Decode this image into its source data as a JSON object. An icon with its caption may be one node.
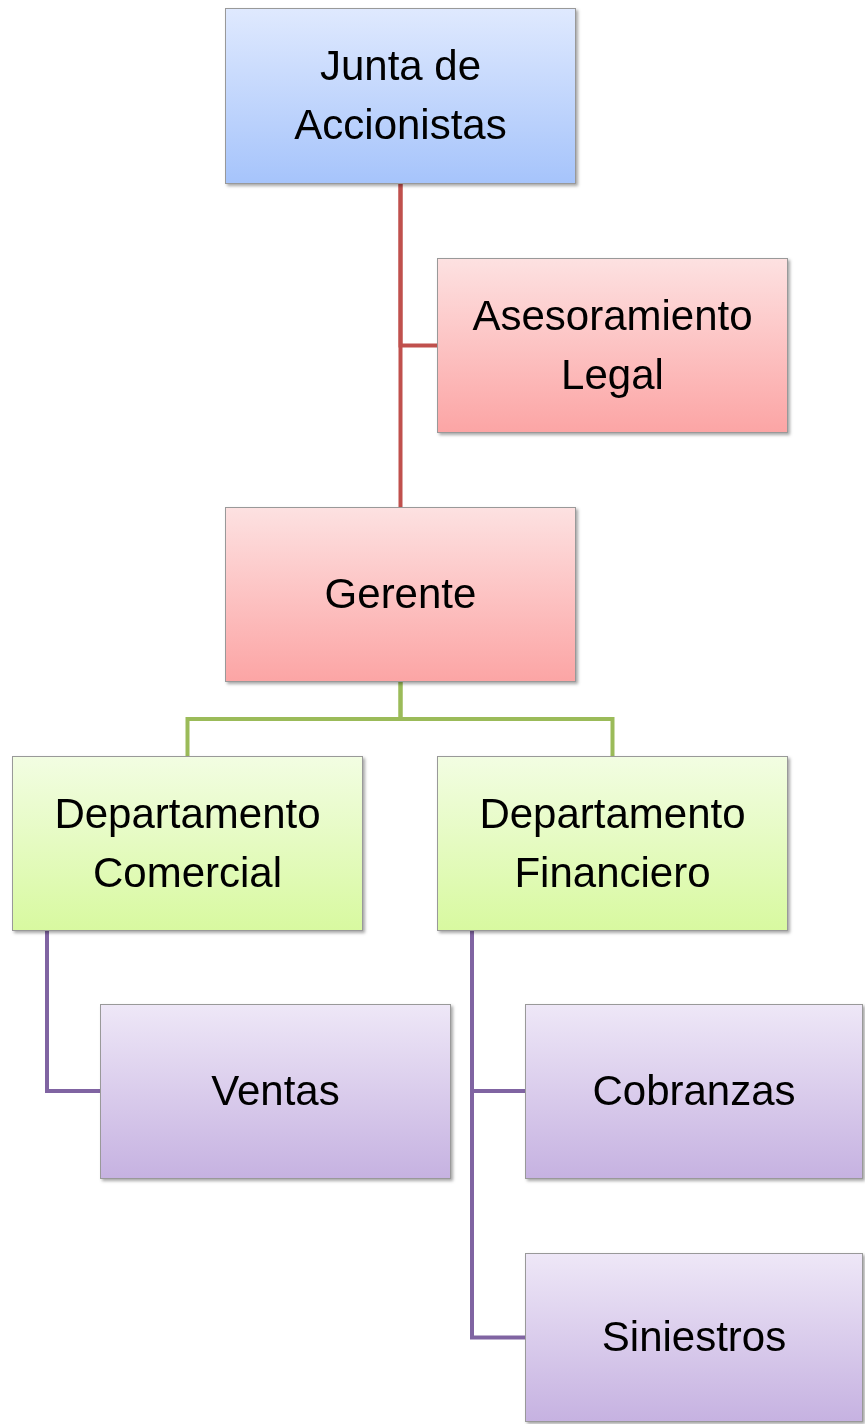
{
  "diagram": {
    "nodes": [
      {
        "text": [
          "Junta de Accionistas"
        ]
      },
      {
        "text": [
          "Asesoramiento Legal"
        ]
      },
      {
        "text": [
          "Gerente"
        ]
      },
      {
        "text": [
          "Departamento Comercial"
        ]
      },
      {
        "text": [
          "Departamento Financiero"
        ]
      },
      {
        "text": [
          "Ventas"
        ]
      },
      {
        "text": [
          "Cobranzas"
        ]
      },
      {
        "text": [
          "Siniestros"
        ]
      }
    ],
    "edges": [
      {
        "from": 0,
        "to": 1,
        "arrow": "none",
        "color": "#c0504d"
      },
      {
        "from": 0,
        "to": 2,
        "arrow": "none",
        "color": "#c0504d"
      },
      {
        "from": 2,
        "to": 3,
        "arrow": "none",
        "color": "#9bbb59"
      },
      {
        "from": 2,
        "to": 4,
        "arrow": "none",
        "color": "#9bbb59"
      },
      {
        "from": 3,
        "to": 5,
        "arrow": "none",
        "color": "#8064a2"
      },
      {
        "from": 4,
        "to": 6,
        "arrow": "none",
        "color": "#8064a2"
      },
      {
        "from": 4,
        "to": 7,
        "arrow": "none",
        "color": "#8064a2"
      }
    ]
  }
}
